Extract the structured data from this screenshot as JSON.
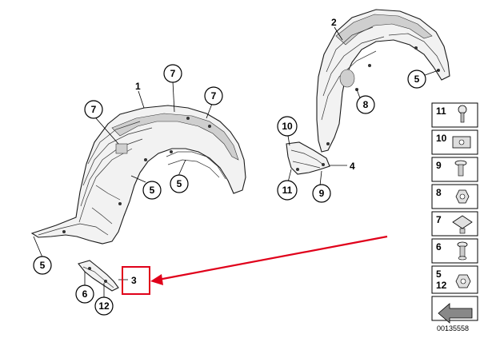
{
  "diagram": {
    "part_labels": {
      "p1": "1",
      "p2": "2",
      "p3": "3",
      "p4": "4",
      "p5a": "5",
      "p5b": "5",
      "p5c": "5",
      "p5d": "5",
      "p6": "6",
      "p7a": "7",
      "p7b": "7",
      "p7c": "7",
      "p8": "8",
      "p9": "9",
      "p10": "10",
      "p11": "11",
      "p12": "12"
    },
    "legend": [
      {
        "number": "11",
        "icon": "screw-icon"
      },
      {
        "number": "10",
        "icon": "clip-nut-icon"
      },
      {
        "number": "9",
        "icon": "plastic-screw-icon"
      },
      {
        "number": "8",
        "icon": "hex-nut-icon"
      },
      {
        "number": "7",
        "icon": "square-clip-icon"
      },
      {
        "number": "6",
        "icon": "expanding-rivet-icon"
      },
      {
        "number": "5",
        "number2": "12",
        "icon": "collar-nut-icon"
      }
    ],
    "diagram_id": "00135558",
    "accent_color": "#e0001a"
  }
}
